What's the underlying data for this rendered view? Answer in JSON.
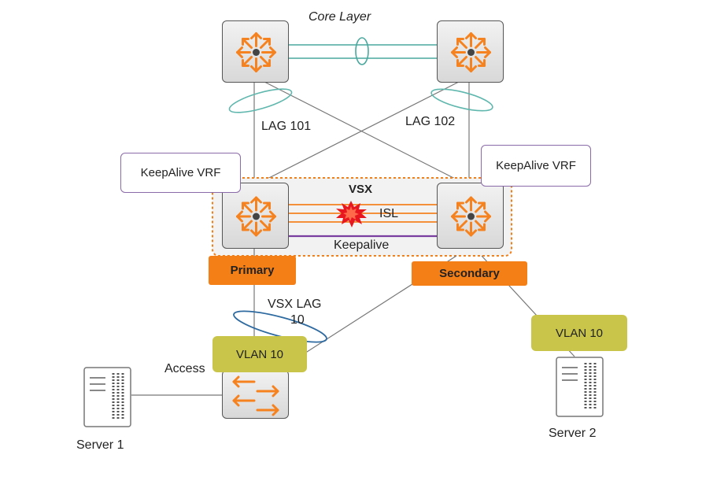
{
  "diagram": {
    "core_label": "Core Layer",
    "lag_101": "LAG 101",
    "lag_102": "LAG 102",
    "keepalive_vrf_left": "KeepAlive VRF",
    "keepalive_vrf_right": "KeepAlive VRF",
    "vsx_label": "VSX",
    "isl_label": "ISL",
    "keepalive_label": "Keepalive",
    "primary_label": "Primary",
    "secondary_label": "Secondary",
    "vsx_lag_line1": "VSX LAG",
    "vsx_lag_line2": "10",
    "vlan_left": "VLAN 10",
    "vlan_right": "VLAN 10",
    "access_label": "Access",
    "server1_label": "Server 1",
    "server2_label": "Server 2"
  },
  "colors": {
    "router_icon": "#f5821f",
    "role_badge": "#f57f17",
    "vlan_badge": "#c9c54a",
    "vrf_border": "#8a6aa8",
    "core_links": "#4aa89e",
    "lag_ellipse": "#5fb7ad",
    "vsx_lag_ellipse": "#2e6aa0",
    "isl_links": "#f5821f",
    "keepalive_link": "#7a3ea0",
    "vsx_border": "#f57f17",
    "burst": "#e8161e"
  },
  "icons": {
    "core_switch": "router-arrows-icon",
    "access_switch": "switch-arrows-icon",
    "server": "server-tower-icon",
    "failure": "burst-icon"
  }
}
